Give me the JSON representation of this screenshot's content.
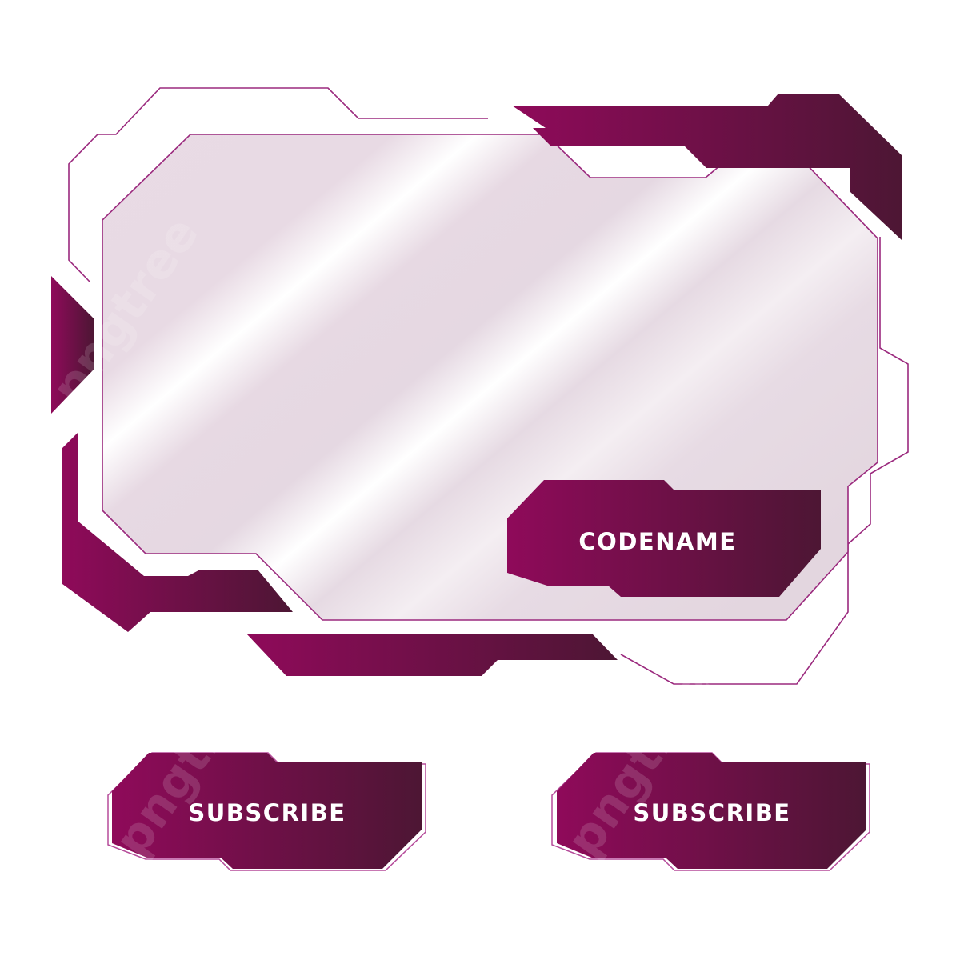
{
  "overlay": {
    "name_tag_label": "CODENAME",
    "subscribe_buttons": [
      {
        "label": "SUBSCRIBE"
      },
      {
        "label": "SUBSCRIBE"
      }
    ]
  },
  "watermark": {
    "text": "pngtree"
  },
  "colors": {
    "accent_light": "#8f0a5a",
    "accent_dark": "#4d1634",
    "outline": "#9b2a7e",
    "screen_tint": "#ecdfe7"
  }
}
